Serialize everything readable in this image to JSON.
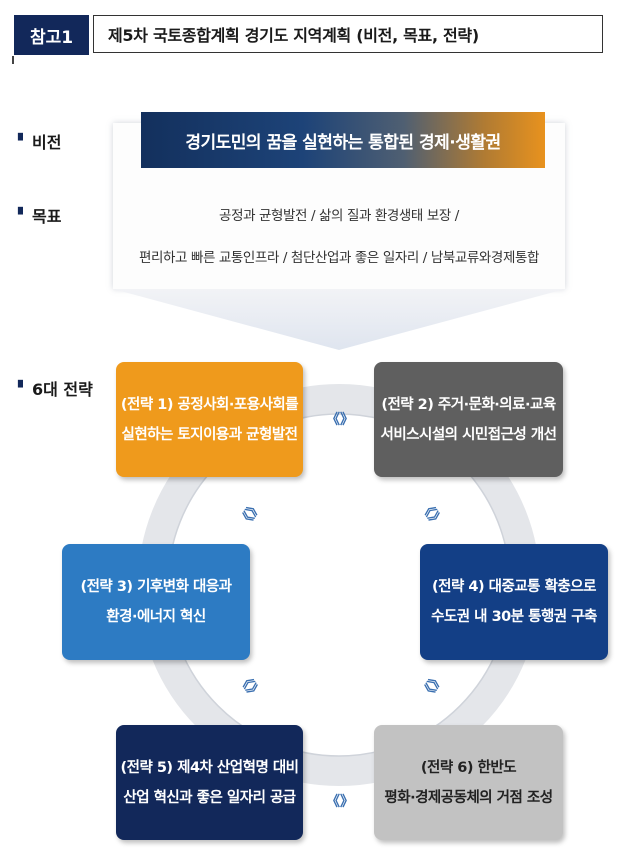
{
  "header": {
    "badge": "참고1",
    "title": "제5차 국토종합계획 경기도 지역계획 (비전, 목표, 전략)"
  },
  "labels": {
    "vision": "비전",
    "goals": "목표",
    "strategies": "6대 전략"
  },
  "vision": "경기도민의 꿈을 실현하는 통합된 경제·생활권",
  "goals": {
    "line1": "공정과 균형발전 / 삶의 질과 환경생태 보장 /",
    "line2": "편리하고 빠른 교통인프라 / 첨단산업과 좋은 일자리 / 남북교류와경제통합"
  },
  "strategies": [
    {
      "line1": "(전략 1) 공정사회·포용사회를",
      "line2": "실현하는 토지이용과 균형발전",
      "color": "#ef9a1c"
    },
    {
      "line1": "(전략 2) 주거·문화·의료·교육",
      "line2": "서비스시설의 시민접근성 개선",
      "color": "#5f5f5f"
    },
    {
      "line1": "(전략 3) 기후변화 대응과",
      "line2": "환경·에너지 혁신",
      "color": "#2d7bc3"
    },
    {
      "line1": "(전략 4) 대중교통 확충으로",
      "line2": "수도권 내 30분 통행권 구축",
      "color": "#133f86"
    },
    {
      "line1": "(전략 5) 제4차 산업혁명 대비",
      "line2": "산업 혁신과 좋은 일자리 공급",
      "color": "#12285a"
    },
    {
      "line1": "(전략 6) 한반도",
      "line2": "평화·경제공동체의 거점 조성",
      "color": "#c2c2c2"
    }
  ],
  "connector": "《》"
}
